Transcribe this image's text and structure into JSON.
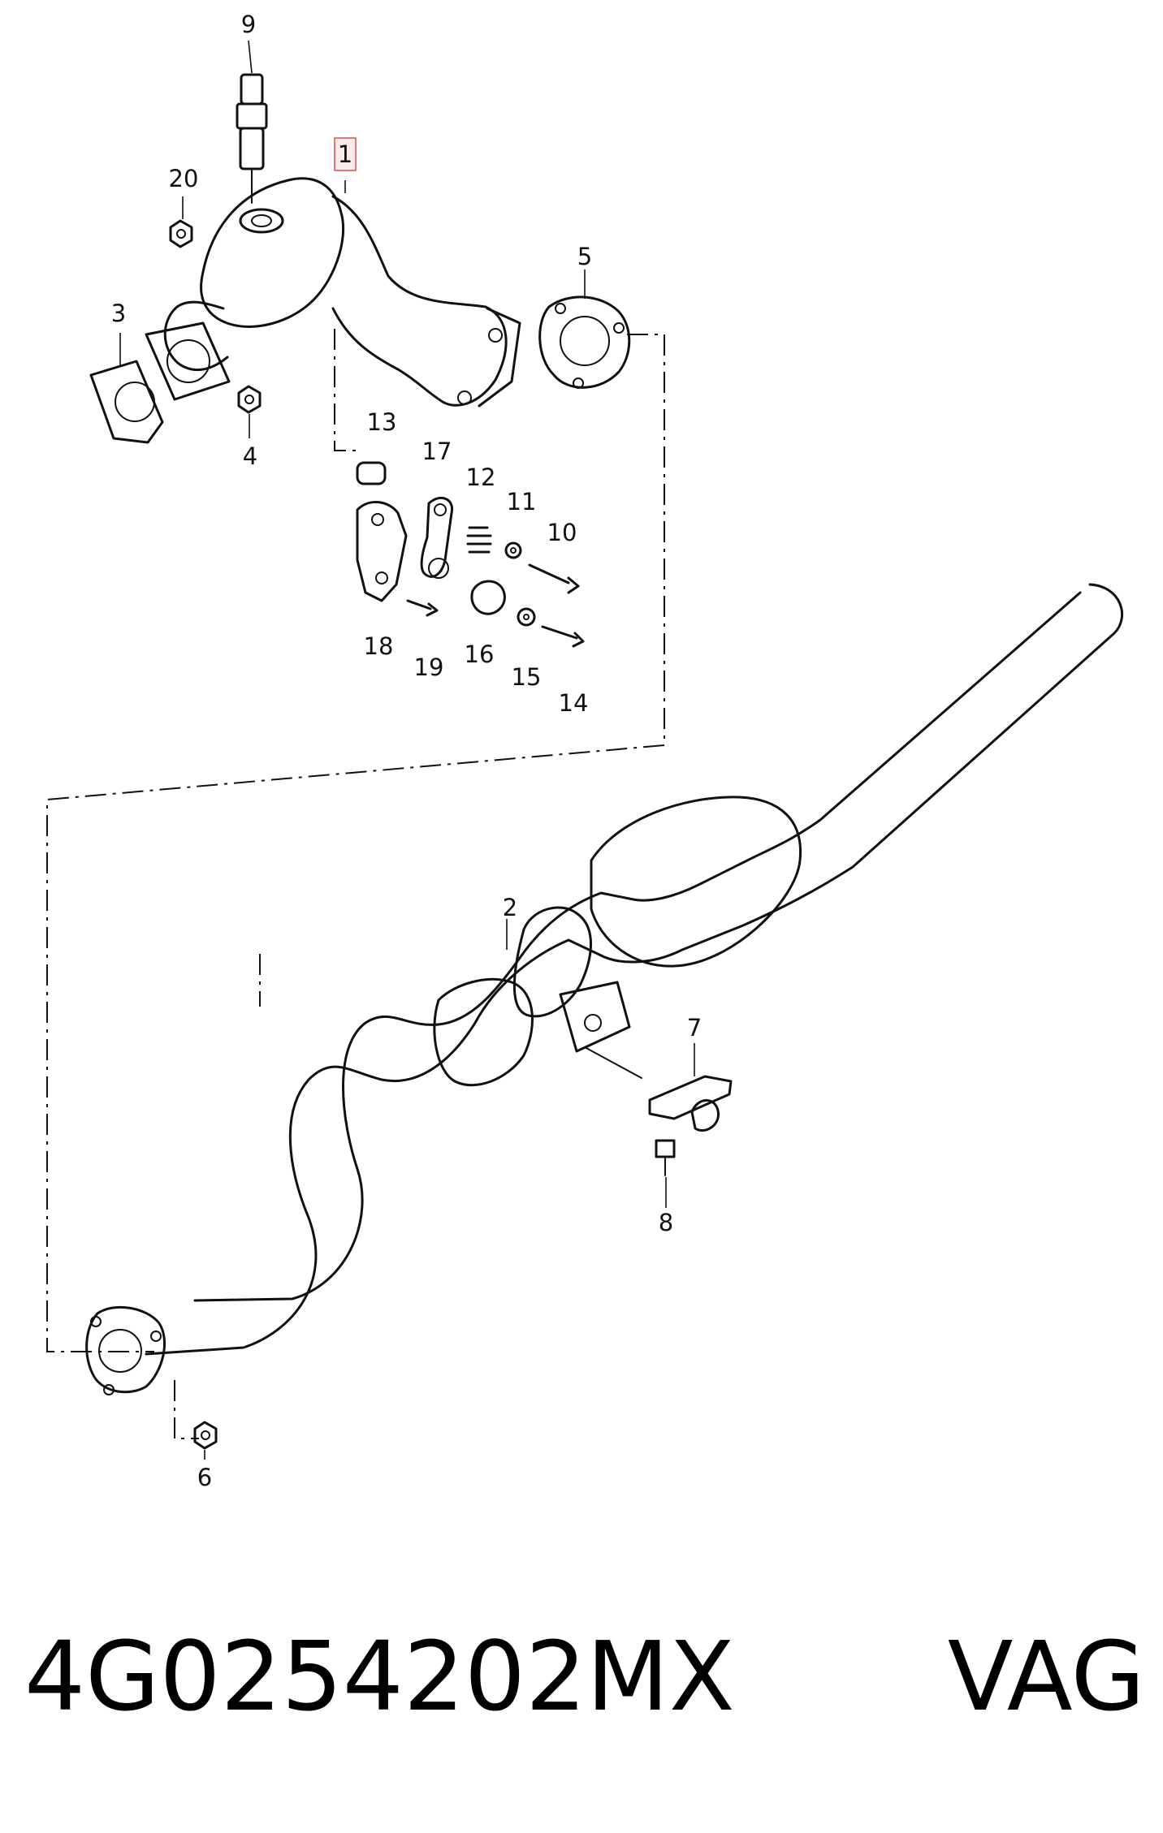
{
  "diagram": {
    "highlighted_callout": "1",
    "highlight_color": "#d9534f",
    "callouts": {
      "c1": "1",
      "c2": "2",
      "c3": "3",
      "c4": "4",
      "c5": "5",
      "c6": "6",
      "c7": "7",
      "c8": "8",
      "c9": "9",
      "c10": "10",
      "c11": "11",
      "c12": "12",
      "c13": "13",
      "c14": "14",
      "c15": "15",
      "c16": "16",
      "c17": "17",
      "c18": "18",
      "c19": "19",
      "c20": "20"
    }
  },
  "footer": {
    "part_number": "4G0254202MX",
    "brand": "VAG"
  }
}
